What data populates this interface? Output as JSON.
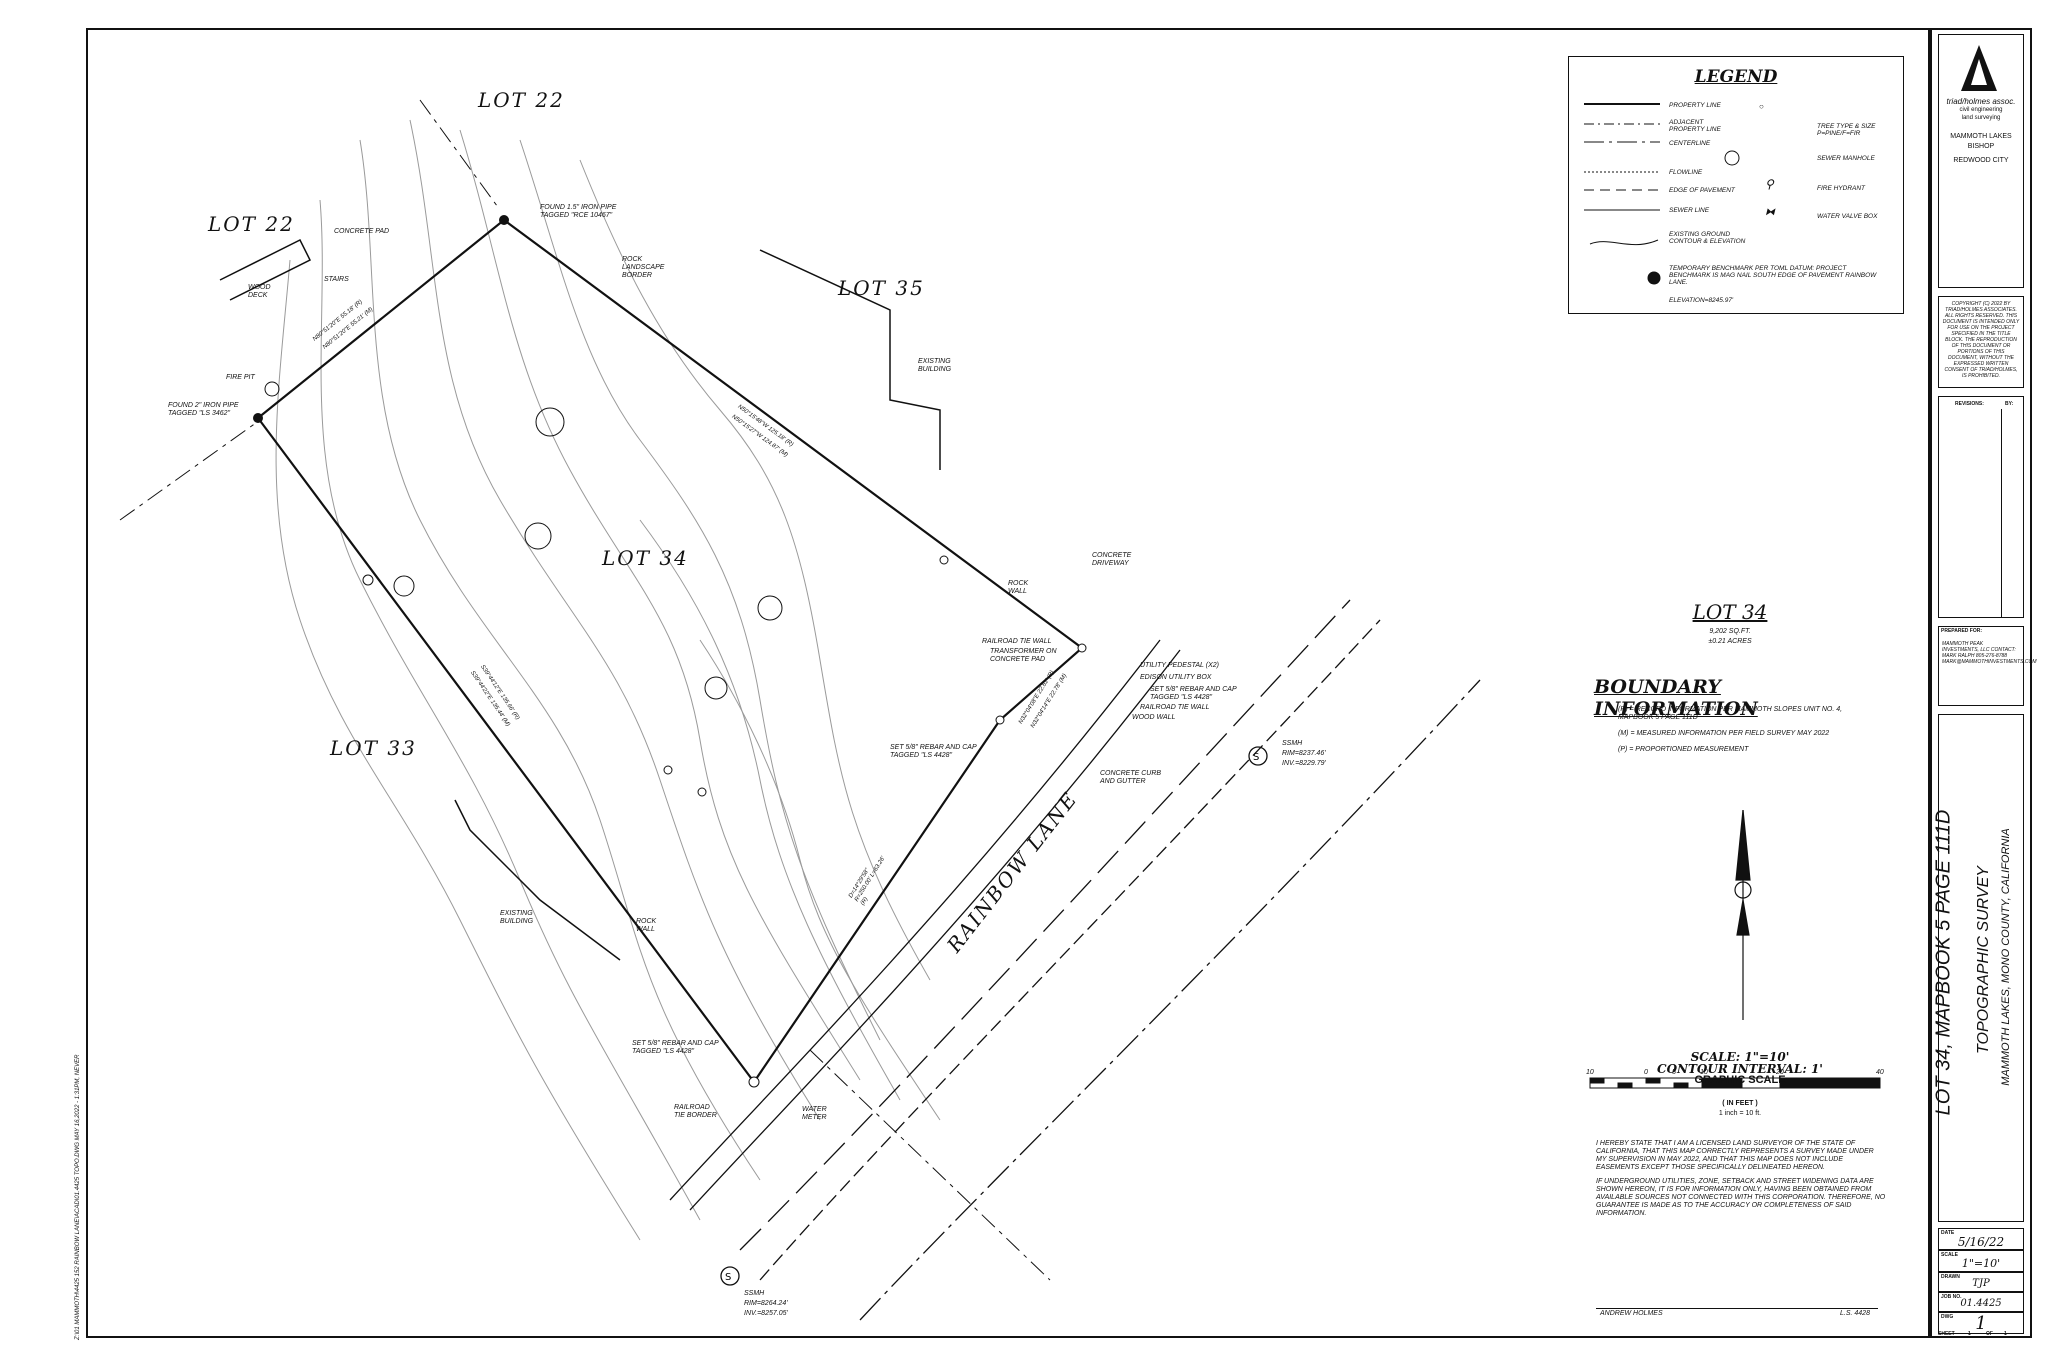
{
  "lots": {
    "lot22_top": "LOT 22",
    "lot22_left": "LOT 22",
    "lot35": "LOT 35",
    "lot34": "LOT 34",
    "lot33": "LOT 33"
  },
  "street": "RAINBOW LANE",
  "map_notes": {
    "concrete_pad": "CONCRETE PAD",
    "stairs": "STAIRS",
    "wood_deck": "WOOD DECK",
    "fire_pit": "FIRE PIT",
    "found_2in_pipe": "FOUND 2\" IRON PIPE TAGGED \"LS 3462\"",
    "found_15in_pipe": "FOUND 1.5\" IRON PIPE TAGGED \"RCE 10467\"",
    "rock_landscape_border": "ROCK LANDSCAPE BORDER",
    "existing_building_right": "EXISTING BUILDING",
    "existing_building_left": "EXISTING BUILDING",
    "rock_wall_left": "ROCK WALL",
    "rock_wall_right": "ROCK WALL",
    "concrete_driveway": "CONCRETE DRIVEWAY",
    "railroad_tie_wall": "RAILROAD TIE WALL",
    "transformer": "TRANSFORMER ON CONCRETE PAD",
    "utility_pedestal": "UTILITY PEDESTAL (X2)",
    "edison_box": "EDISON UTILITY BOX",
    "set_rebar_right": "SET 5/8\" REBAR AND CAP TAGGED \"LS 4428\"",
    "railroad_tie_wall_2": "RAILROAD TIE WALL",
    "wood_wall": "WOOD WALL",
    "concrete_curb": "CONCRETE CURB AND GUTTER",
    "set_rebar_mid": "SET 5/8\" REBAR AND CAP TAGGED \"LS 4428\"",
    "set_rebar_bottom": "SET 5/8\" REBAR AND CAP TAGGED \"LS 4428\"",
    "railroad_tie_border": "RAILROAD TIE BORDER",
    "water_meter": "WATER METER",
    "ssmh_top": "SSMH",
    "ssmh_top_rim": "RIM=8237.46'",
    "ssmh_top_inv": "INV.=8229.79'",
    "ssmh_bottom": "SSMH",
    "ssmh_bottom_rim": "RIM=8264.24'",
    "ssmh_bottom_inv": "INV.=8257.05'",
    "bearing_nw_r": "N80°51'20\"E 55.18' (R)",
    "bearing_nw_m": "N80°51'20\"E 55.21' (M)",
    "bearing_ne_r": "N50°15'48\"W 125.18' (R)",
    "bearing_ne_m": "N50°15'27\"W 124.87' (M)",
    "bearing_sw_r": "S39°44'12\"E 135.66' (R)",
    "bearing_sw_m": "S39°44'22\"E 135.44' (M)",
    "bearing_se_p": "N32°04'08\"E 22.81' (P)",
    "bearing_se_m": "N32°04'14\"E 22.78' (M)",
    "curve_data": "D=14°29'58\" R=250.00' L=63.26' (R)"
  },
  "legend": {
    "title": "LEGEND",
    "left": [
      "PROPERTY LINE",
      "ADJACENT PROPERTY LINE",
      "CENTERLINE",
      "FLOWLINE",
      "EDGE OF PAVEMENT",
      "SEWER LINE",
      "EXISTING GROUND CONTOUR & ELEVATION"
    ],
    "right": [
      "TREE TYPE & SIZE P=PINE/F=FIR",
      "SEWER MANHOLE",
      "FIRE HYDRANT",
      "WATER VALVE BOX"
    ],
    "benchmark": "TEMPORARY BENCHMARK PER TOML DATUM: PROJECT BENCHMARK IS MAG NAIL SOUTH EDGE OF PAVEMENT RAINBOW LANE.",
    "elevation": "ELEVATION=8245.97'"
  },
  "lot_summary": {
    "title": "LOT 34",
    "area_sqft": "9,202 sq.ft.",
    "area_acres": "±0.21 ACRES"
  },
  "boundary": {
    "title": "BOUNDARY INFORMATION",
    "items": [
      "(R) = RECORD INFORMATION PER MAMMOTH SLOPES UNIT NO. 4, MAPBOOK 5 PAGE 111D",
      "(M) = MEASURED INFORMATION PER FIELD SURVEY MAY 2022",
      "(P) = PROPORTIONED MEASUREMENT"
    ]
  },
  "scale": {
    "scale": "SCALE: 1\"=10'",
    "interval": "CONTOUR INTERVAL: 1'",
    "graphic": "GRAPHIC SCALE",
    "ticks": [
      "10",
      "0",
      "5",
      "10",
      "20",
      "40"
    ],
    "unit": "( IN FEET )",
    "ratio": "1 inch = 10 ft."
  },
  "certification": {
    "para1": "I HEREBY STATE THAT I AM A LICENSED LAND SURVEYOR OF THE STATE OF CALIFORNIA, THAT THIS MAP CORRECTLY REPRESENTS A SURVEY MADE UNDER MY SUPERVISION IN MAY 2022, AND THAT THIS MAP DOES NOT INCLUDE EASEMENTS EXCEPT THOSE SPECIFICALLY DELINEATED HEREON.",
    "para2": "IF UNDERGROUND UTILITIES, ZONE, SETBACK AND STREET WIDENING DATA ARE SHOWN HEREON, IT IS FOR INFORMATION ONLY, HAVING BEEN OBTAINED FROM AVAILABLE SOURCES NOT CONNECTED WITH THIS CORPORATION. THEREFORE, NO GUARANTEE IS MADE AS TO THE ACCURACY OR COMPLETENESS OF SAID INFORMATION.",
    "surveyor": "ANDREW HOLMES",
    "license": "L.S. 4428"
  },
  "title_block": {
    "firm": "triad/holmes assoc.",
    "firm_sub1": "civil engineering",
    "firm_sub2": "land surveying",
    "office1": "MAMMOTH LAKES",
    "office2": "BISHOP",
    "office3": "REDWOOD CITY",
    "copyright": "Copyright (C) 2022 by Triad/Holmes Associates. All Rights Reserved. This Document is intended Only for Use on the Project Specified in the Title Block. The Reproduction of this Document or Portions of this Document, Without the Expressed Written Consent of Triad/Holmes, is Prohibited.",
    "revisions_label": "REVISIONS:",
    "by_label": "BY:",
    "prepared_label": "PREPARED FOR:",
    "prepared_for": "MAMMOTH PEAK INVESTMENTS, LLC CONTACT: Mark Ralph 805-276-8788 mark@mammothinvestments.com",
    "main_title": "LOT 34, MAPBOOK 5 PAGE 111D",
    "sub_title": "TOPOGRAPHIC SURVEY",
    "location": "MAMMOTH LAKES, MONO COUNTY, CALIFORNIA",
    "date_label": "DATE",
    "date": "5/16/22",
    "scale_label": "SCALE",
    "scale": "1\"=10'",
    "drawn_label": "DRAWN",
    "drawn": "TJP",
    "job_label": "JOB NO.",
    "job": "01.4425",
    "dwg_label": "DWG",
    "dwg": "1",
    "sheet_label": "SHEET",
    "sheet": "1",
    "of_label": "OF",
    "of": "1"
  },
  "file_path": "Z:\\01 Mammoth\\4425 152 Rainbow Lane\\acad\\01.4425 topo.dwg  May 16,2022 - 1:31pm, never",
  "colors": {
    "ink": "#111111",
    "contour": "#9a9a9a"
  }
}
